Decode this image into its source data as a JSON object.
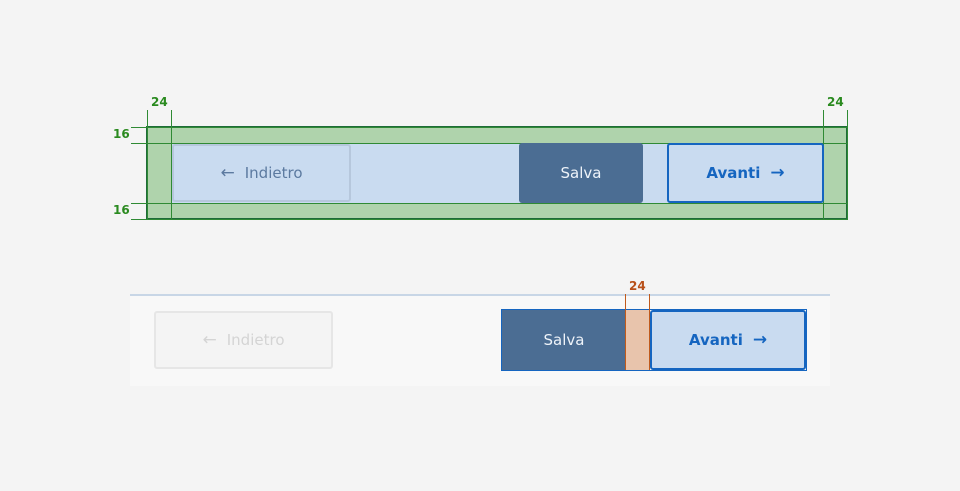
{
  "spec_top": {
    "padding_left_label": "24",
    "padding_right_label": "24",
    "padding_top_label": "16",
    "padding_bottom_label": "16"
  },
  "spec_bottom": {
    "gap_label": "24"
  },
  "buttons": {
    "back_label": "Indietro",
    "save_label": "Salva",
    "next_label": "Avanti",
    "back_arrow": "←",
    "next_arrow": "→"
  },
  "colors": {
    "primary": "#1565c0",
    "save_bg": "#4b6d93",
    "button_bg": "#c9dbf0",
    "spacing_green": "#afd3ac",
    "gap_orange": "#e8c4ac"
  }
}
